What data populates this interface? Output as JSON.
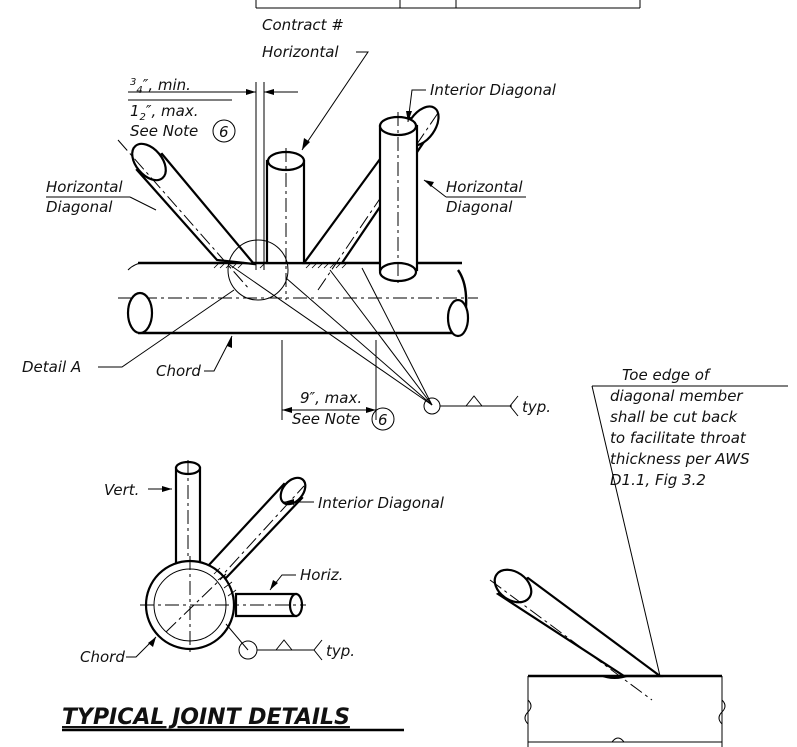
{
  "header": {
    "contract_label": "Contract #"
  },
  "elevation": {
    "horizontal": "Horizontal",
    "interior_diagonal": "Interior Diagonal",
    "horizontal_diagonal_left_1": "Horizontal",
    "horizontal_diagonal_left_2": "Diagonal",
    "horizontal_diagonal_right_1": "Horizontal",
    "horizontal_diagonal_right_2": "Diagonal",
    "gap_min_num": "3",
    "gap_min_den": "4",
    "gap_min_text": "″, min.",
    "gap_max_whole": "1",
    "gap_max_den": "2",
    "gap_max_text": "″, max.",
    "see_note_top": "See Note",
    "note_number_top": "6",
    "detail_a": "Detail A",
    "chord": "Chord",
    "span_max": "9″, max.",
    "see_note_bottom": "See Note",
    "note_number_bottom": "6",
    "typ": "typ."
  },
  "section": {
    "vert": "Vert.",
    "interior_diagonal": "Interior Diagonal",
    "horiz": "Horiz.",
    "chord": "Chord",
    "typ": "typ."
  },
  "detail_a_note": [
    "Toe edge of",
    "diagonal member",
    "shall be cut back",
    "to facilitate throat",
    "thickness per AWS",
    "D1.1, Fig 3.2"
  ],
  "title": "TYPICAL JOINT DETAILS"
}
